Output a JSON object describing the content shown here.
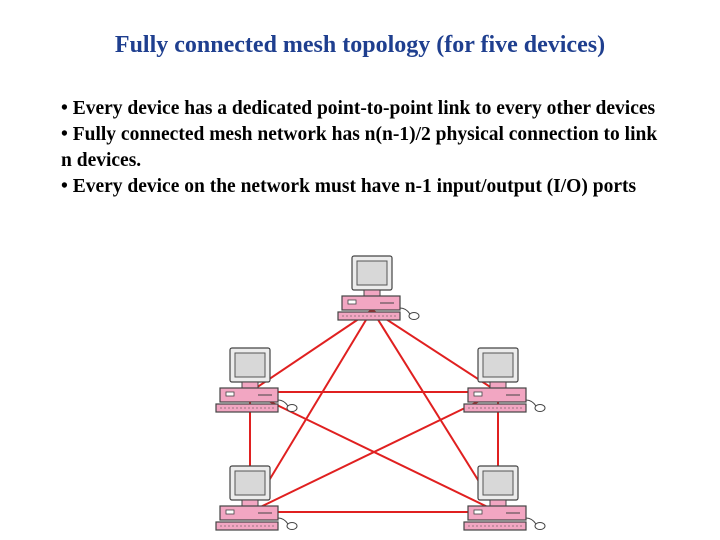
{
  "slide": {
    "title": "Fully connected mesh topology (for five devices)",
    "bullets": [
      "• Every device has a dedicated point-to-point link to every other devices",
      "• Fully connected mesh network has n(n-1)/2 physical connection to link n devices.",
      "• Every device on the network must have n-1 input/output (I/O) ports"
    ]
  },
  "diagram": {
    "device_count": 5,
    "link_color": "#e02020",
    "device_color": "#f2a6c2",
    "screen_color": "#d8d8d8"
  }
}
